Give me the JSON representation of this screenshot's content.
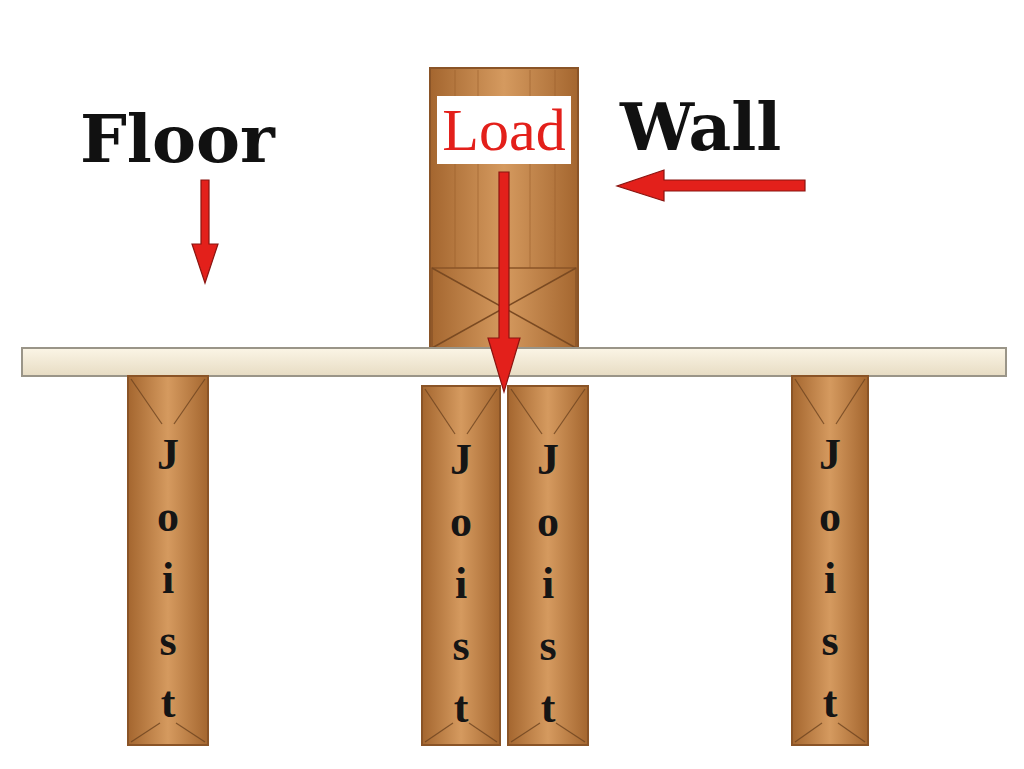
{
  "diagram": {
    "nodes": [
      {
        "text": [
          "Load"
        ]
      },
      {
        "text": [
          "Joist"
        ]
      },
      {
        "text": [
          "Joist"
        ]
      },
      {
        "text": [
          "Joist"
        ]
      },
      {
        "text": [
          "Joist"
        ]
      }
    ],
    "labels": [
      "Floor",
      "Wall"
    ]
  }
}
